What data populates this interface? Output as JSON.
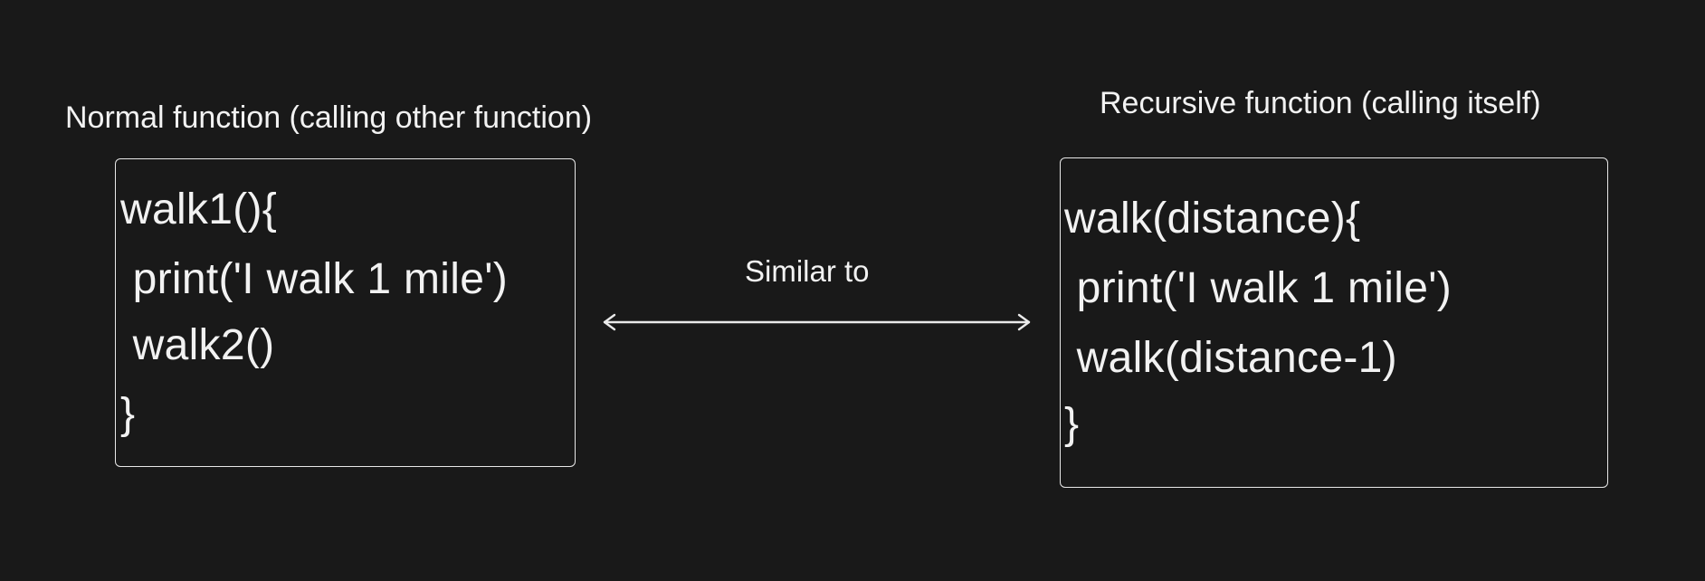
{
  "left": {
    "caption": "Normal function (calling other function)",
    "lines": [
      "walk1(){",
      " print('I walk 1 mile')",
      " walk2()",
      "}"
    ]
  },
  "right": {
    "caption": "Recursive function (calling itself)",
    "lines": [
      "walk(distance){",
      " print('I walk 1 mile')",
      " walk(distance-1)",
      "}"
    ]
  },
  "connector": {
    "label": "Similar to",
    "style": "double-headed-arrow"
  },
  "colors": {
    "background": "#191919",
    "foreground": "#f2f2f2"
  }
}
